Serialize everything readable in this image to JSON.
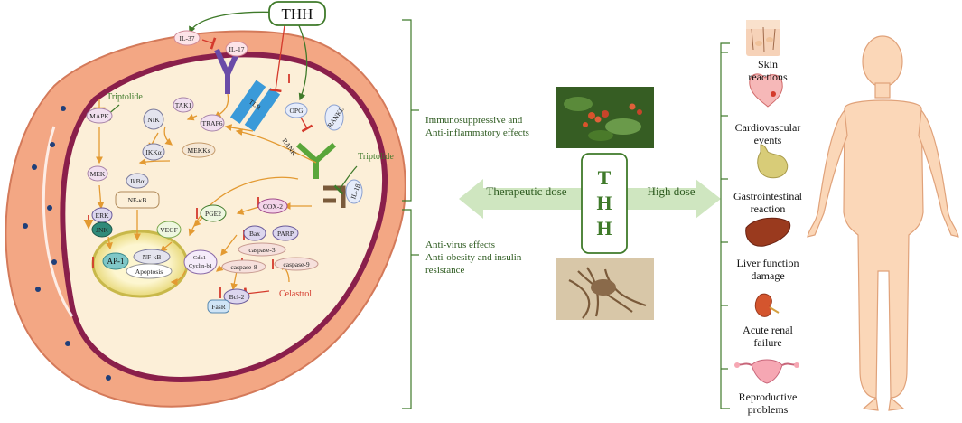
{
  "center_label": "THH",
  "center_letters": [
    "T",
    "H",
    "H"
  ],
  "therapeutic_dose": "Therapeutic dose",
  "high_dose": "High dose",
  "effects_top": [
    "Immunosuppressive and",
    "Anti-inflammatory effects"
  ],
  "effects_bottom": [
    "Anti-virus effects",
    "Anti-obesity and insulin",
    "resistance"
  ],
  "side_effects": [
    {
      "label": [
        "Skin",
        "reactions"
      ],
      "icon": "skin-icon"
    },
    {
      "label": [
        "Cardiovascular",
        "events"
      ],
      "icon": "heart-icon"
    },
    {
      "label": [
        "Gastrointestinal",
        "reaction"
      ],
      "icon": "stomach-icon"
    },
    {
      "label": [
        "Liver function",
        "damage"
      ],
      "icon": "liver-icon"
    },
    {
      "label": [
        "Acute renal",
        "failure"
      ],
      "icon": "kidney-icon"
    },
    {
      "label": [
        "Reproductive",
        "problems"
      ],
      "icon": "uterus-icon"
    }
  ],
  "cell": {
    "thh_top": "THH",
    "il37": "IL-37",
    "il17": "IL-17",
    "tlr": "TLR",
    "opg": "OPG",
    "rankl": "RANKL",
    "rank": "RANK",
    "il1b": "IL-1β",
    "triptolide_left": "Triptolide",
    "triptolide_right": "Triptolide",
    "celastrol": "Celastrol",
    "mapk": "MAPK",
    "tak1": "TAK1",
    "nik": "NIK",
    "traf6": "TRAF6",
    "ikka": "IKKα",
    "mekks": "MEKKs",
    "mek": "MEK",
    "ikba": "IkBα",
    "nfkb_c": "NF-κB",
    "erk": "ERK",
    "jnk": "JNK",
    "ap1": "AP-1",
    "nfkb_n": "NF-κB",
    "apoptosis": "Apoptosis",
    "vegf": "VEGF",
    "pge2": "PGE2",
    "cox2": "COX-2",
    "bax": "Bax",
    "parp": "PARP",
    "caspase3": "caspase-3",
    "caspase8": "caspase-8",
    "caspase9": "caspase-9",
    "cdk": [
      "Cdk1-",
      "Cyclin-b1"
    ],
    "bcl2": "Bcl-2",
    "fasr": "FasR"
  },
  "colors": {
    "green": "#3f7a2a",
    "arrow_fill": "#cfe6c0",
    "membrane": "#8a1f4b",
    "cytoplasm": "#fcefd8",
    "outer": "#f3a784",
    "inhibit": "#d43a2c"
  }
}
